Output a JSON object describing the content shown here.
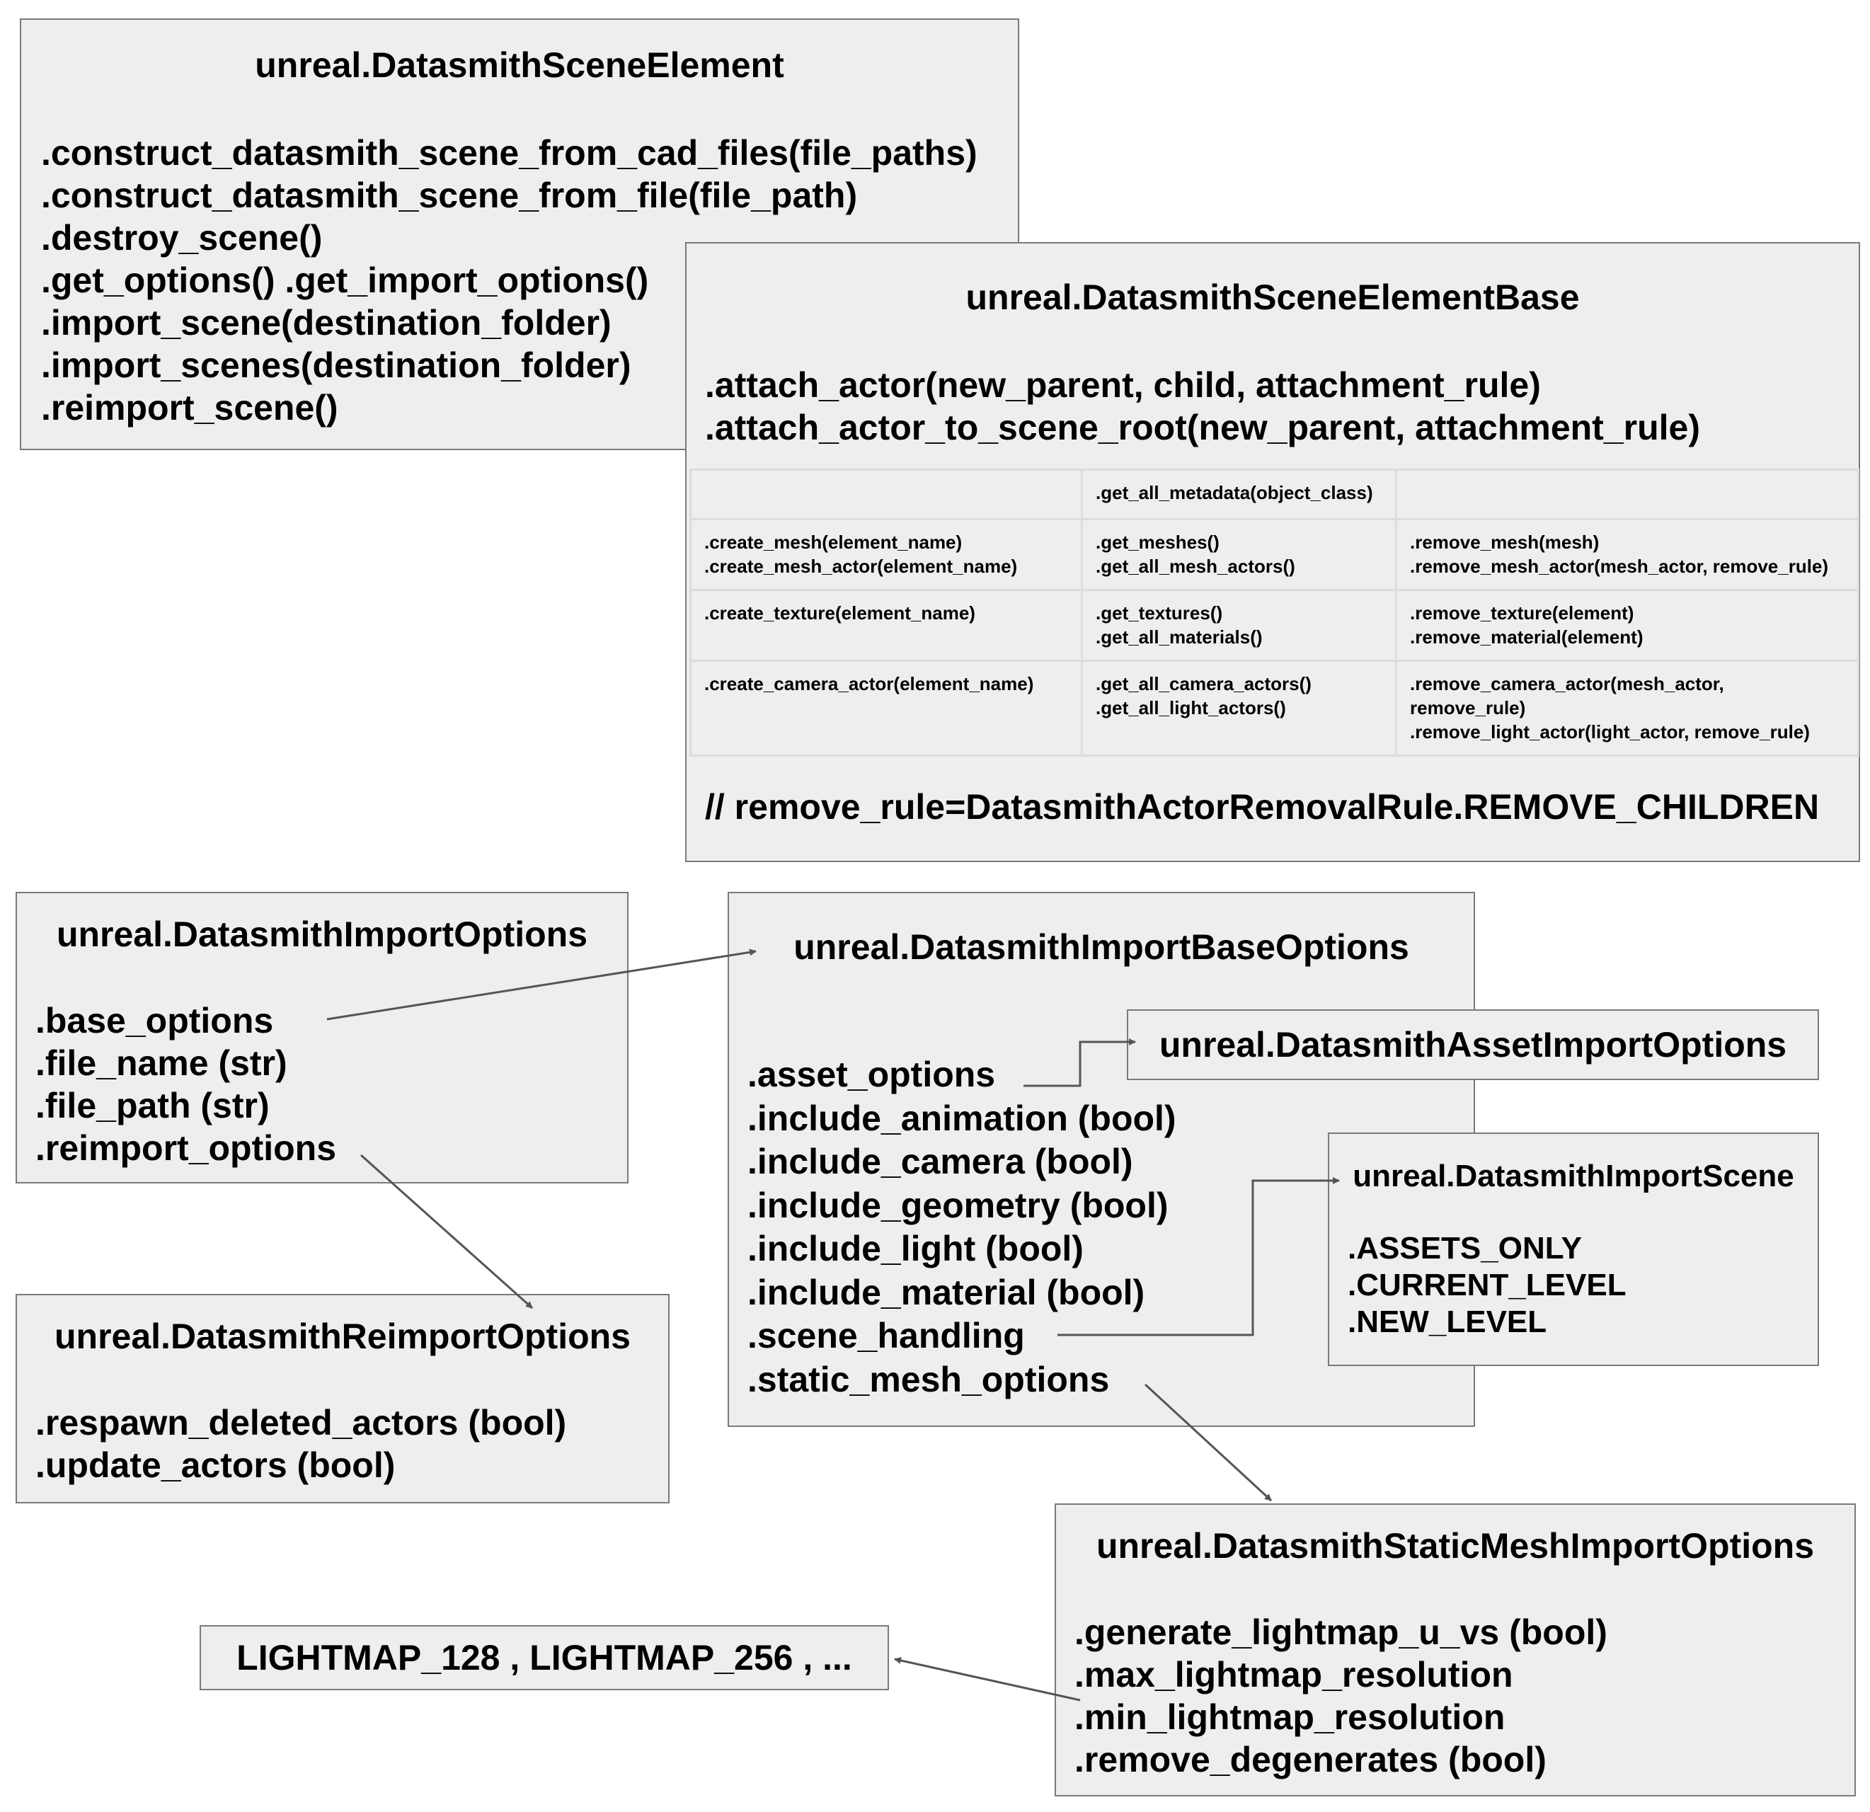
{
  "scene_element": {
    "title": "unreal.DatasmithSceneElement",
    "methods": [
      ".construct_datasmith_scene_from_cad_files(file_paths)",
      ".construct_datasmith_scene_from_file(file_path)",
      ".destroy_scene()",
      ".get_options() .get_import_options()",
      ".import_scene(destination_folder)",
      ".import_scenes(destination_folder)",
      ".reimport_scene()"
    ]
  },
  "scene_element_base": {
    "title": "unreal.DatasmithSceneElementBase",
    "methods": [
      ".attach_actor(new_parent, child, attachment_rule)",
      ".attach_actor_to_scene_root(new_parent, attachment_rule)"
    ],
    "table": [
      [
        [],
        [
          ".get_all_metadata(object_class)"
        ],
        []
      ],
      [
        [
          ".create_mesh(element_name)",
          ".create_mesh_actor(element_name)"
        ],
        [
          ".get_meshes()",
          ".get_all_mesh_actors()"
        ],
        [
          ".remove_mesh(mesh)",
          ".remove_mesh_actor(mesh_actor, remove_rule)"
        ]
      ],
      [
        [
          ".create_texture(element_name)"
        ],
        [
          ".get_textures()",
          ".get_all_materials()"
        ],
        [
          ".remove_texture(element)",
          ".remove_material(element)"
        ]
      ],
      [
        [
          ".create_camera_actor(element_name)"
        ],
        [
          ".get_all_camera_actors()",
          ".get_all_light_actors()"
        ],
        [
          ".remove_camera_actor(mesh_actor,",
          "remove_rule)",
          ".remove_light_actor(light_actor, remove_rule)"
        ]
      ]
    ],
    "note": "// remove_rule=DatasmithActorRemovalRule.REMOVE_CHILDREN"
  },
  "import_options": {
    "title": "unreal.DatasmithImportOptions",
    "fields": [
      ".base_options",
      ".file_name (str)",
      ".file_path (str)",
      ".reimport_options"
    ]
  },
  "reimport_options": {
    "title": "unreal.DatasmithReimportOptions",
    "fields": [
      ".respawn_deleted_actors (bool)",
      ".update_actors (bool)"
    ]
  },
  "import_base_options": {
    "title": "unreal.DatasmithImportBaseOptions",
    "fields": [
      ".asset_options",
      ".include_animation (bool)",
      ".include_camera (bool)",
      ".include_geometry (bool)",
      ".include_light (bool)",
      ".include_material (bool)",
      ".scene_handling",
      ".static_mesh_options"
    ]
  },
  "asset_import_options": {
    "title": "unreal.DatasmithAssetImportOptions"
  },
  "import_scene": {
    "title": "unreal.DatasmithImportScene",
    "values": [
      ".ASSETS_ONLY",
      ".CURRENT_LEVEL",
      ".NEW_LEVEL"
    ]
  },
  "static_mesh_import_options": {
    "title": "unreal.DatasmithStaticMeshImportOptions",
    "fields": [
      ".generate_lightmap_u_vs (bool)",
      ".max_lightmap_resolution",
      ".min_lightmap_resolution",
      ".remove_degenerates (bool)"
    ]
  },
  "lightmap_values": {
    "text": "LIGHTMAP_128 , LIGHTMAP_256 , ..."
  },
  "colors": {
    "box_fill": "#eeeeee",
    "box_border": "#7a7a7a",
    "arrow": "#555555"
  }
}
